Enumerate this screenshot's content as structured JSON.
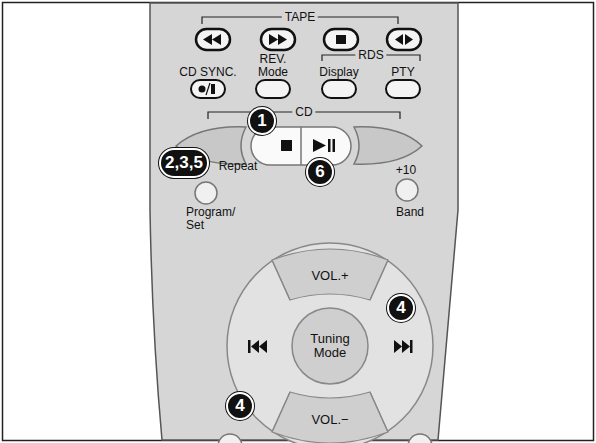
{
  "diagram": {
    "nodes": [
      {
        "text": [
          "1"
        ]
      },
      {
        "text": [
          "2,3,5"
        ]
      },
      {
        "text": [
          "6"
        ]
      },
      {
        "text": [
          "VOL.+"
        ]
      },
      {
        "text": [
          "4"
        ]
      },
      {
        "text": [
          "Tuning Mode"
        ]
      },
      {
        "text": [
          "4"
        ]
      },
      {
        "text": [
          "VOL.−"
        ]
      }
    ],
    "labels": [
      "TAPE",
      "CD SYNC.",
      "REV. Mode",
      "RDS",
      "Display",
      "PTY",
      "CD",
      "Repeat",
      "+10",
      "Program/ Set",
      "Band"
    ]
  }
}
